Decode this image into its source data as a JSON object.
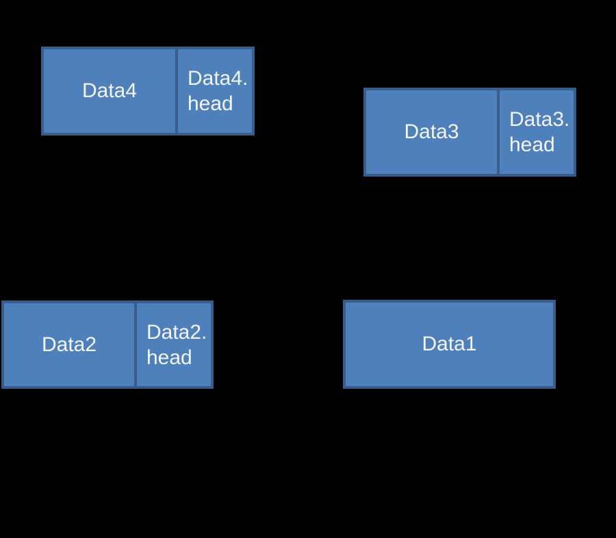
{
  "diagram": {
    "background": "#000000",
    "colors": {
      "box_fill": "#4E80BC",
      "box_border": "#385D8A",
      "label_text": "#F5F5F5"
    },
    "boxes": [
      {
        "id": "data4",
        "label": "Data4",
        "head_lines": [
          "Data4.",
          "head"
        ]
      },
      {
        "id": "data3",
        "label": "Data3",
        "head_lines": [
          "Data3.",
          "head"
        ]
      },
      {
        "id": "data2",
        "label": "Data2",
        "head_lines": [
          "Data2.",
          "head"
        ]
      },
      {
        "id": "data1",
        "label": "Data1",
        "head_lines": null
      }
    ]
  }
}
